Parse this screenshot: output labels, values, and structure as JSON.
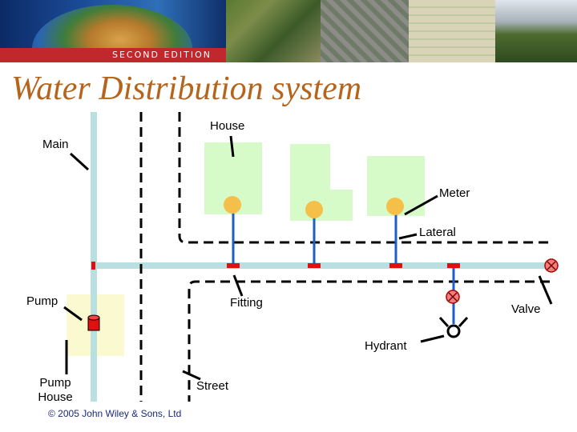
{
  "banner": {
    "edition": "SECOND EDITION"
  },
  "title": "Water Distribution system",
  "labels": {
    "house": "House",
    "main": "Main",
    "meter": "Meter",
    "lateral": "Lateral",
    "pump": "Pump",
    "fitting": "Fitting",
    "valve": "Valve",
    "hydrant": "Hydrant",
    "pump_house_line1": "Pump",
    "pump_house_line2": "House",
    "street": "Street"
  },
  "copyright": "© 2005 John Wiley & Sons, Ltd",
  "colors": {
    "title": "#b5641c",
    "pipe": "#b9dfe0",
    "lateral": "#1f5fc4",
    "fitting": "#e01010",
    "house": "#d6fbc9",
    "meter": "#f5c04a",
    "pump_house": "#fbf9cf"
  }
}
